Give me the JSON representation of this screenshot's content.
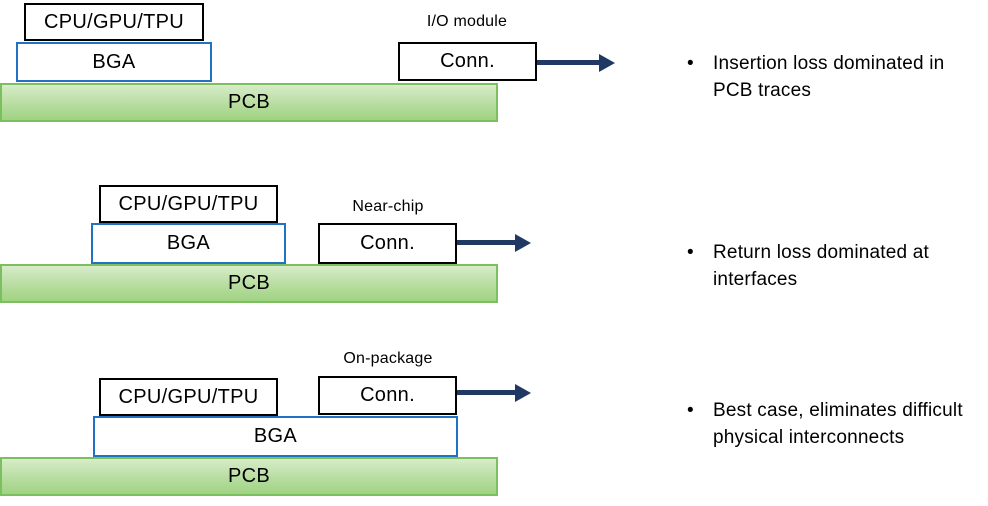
{
  "colors": {
    "pcb_fill_top": "#d8ecca",
    "pcb_fill_bottom": "#a0d382",
    "pcb_border": "#7cbf5e",
    "bga_border": "#2272c3",
    "box_border": "#000000",
    "arrow": "#1f3864",
    "text": "#000000"
  },
  "bullet_glyph": "•",
  "diagrams": [
    {
      "chip_label": "CPU/GPU/TPU",
      "bga_label": "BGA",
      "pcb_label": "PCB",
      "conn_label": "Conn.",
      "conn_type_label": "I/O module",
      "bullet_text": "Insertion loss dominated in PCB traces"
    },
    {
      "chip_label": "CPU/GPU/TPU",
      "bga_label": "BGA",
      "pcb_label": "PCB",
      "conn_label": "Conn.",
      "conn_type_label": "Near-chip",
      "bullet_text": "Return loss dominated at interfaces"
    },
    {
      "chip_label": "CPU/GPU/TPU",
      "bga_label": "BGA",
      "pcb_label": "PCB",
      "conn_label": "Conn.",
      "conn_type_label": "On-package",
      "bullet_text": "Best case, eliminates difficult physical interconnects"
    }
  ]
}
